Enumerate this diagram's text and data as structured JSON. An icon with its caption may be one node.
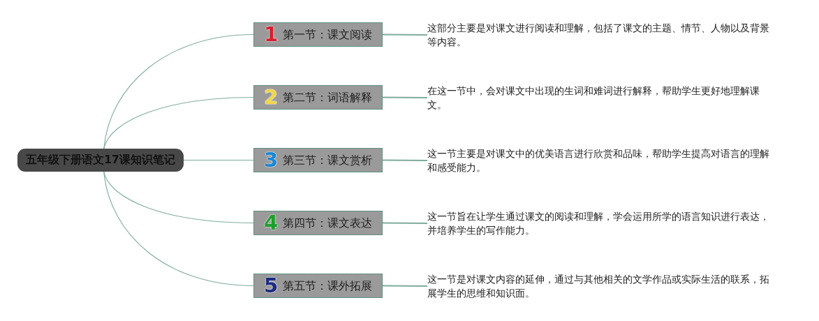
{
  "diagram": {
    "nodes": [
      {
        "text": [
          "五年级下册语文17课知识笔记"
        ]
      },
      {
        "text": [
          "1",
          "第一节：课文阅读"
        ]
      },
      {
        "text": [
          "这部分主要是对课文进行阅读和理解，包括了课文的主题、情节、人物以及背景等内容。"
        ]
      },
      {
        "text": [
          "2",
          "第二节：词语解释"
        ]
      },
      {
        "text": [
          "在这一节中，会对课文中出现的生词和难词进行解释，帮助学生更好地理解课文。"
        ]
      },
      {
        "text": [
          "3",
          "第三节：课文赏析"
        ]
      },
      {
        "text": [
          "这一节主要是对课文中的优美语言进行欣赏和品味，帮助学生提高对语言的理解和感受能力。"
        ]
      },
      {
        "text": [
          "4",
          "第四节：课文表达"
        ]
      },
      {
        "text": [
          "这一节旨在让学生通过课文的阅读和理解，学会运用所学的语言知识进行表达，并培养学生的写作能力。"
        ]
      },
      {
        "text": [
          "5",
          "第五节：课外拓展"
        ]
      },
      {
        "text": [
          "这一节是对课文内容的延伸，通过与其他相关的文学作品或实际生活的联系，拓展学生的思维和知识面。"
        ]
      }
    ],
    "edges": [
      {
        "from": 0,
        "to": 1,
        "arrow": "none"
      },
      {
        "from": 1,
        "to": 2,
        "arrow": "none"
      },
      {
        "from": 0,
        "to": 3,
        "arrow": "none"
      },
      {
        "from": 3,
        "to": 4,
        "arrow": "none"
      },
      {
        "from": 0,
        "to": 5,
        "arrow": "none"
      },
      {
        "from": 5,
        "to": 6,
        "arrow": "none"
      },
      {
        "from": 0,
        "to": 7,
        "arrow": "none"
      },
      {
        "from": 7,
        "to": 8,
        "arrow": "none"
      },
      {
        "from": 0,
        "to": 9,
        "arrow": "none"
      },
      {
        "from": 9,
        "to": 10,
        "arrow": "none"
      }
    ]
  }
}
